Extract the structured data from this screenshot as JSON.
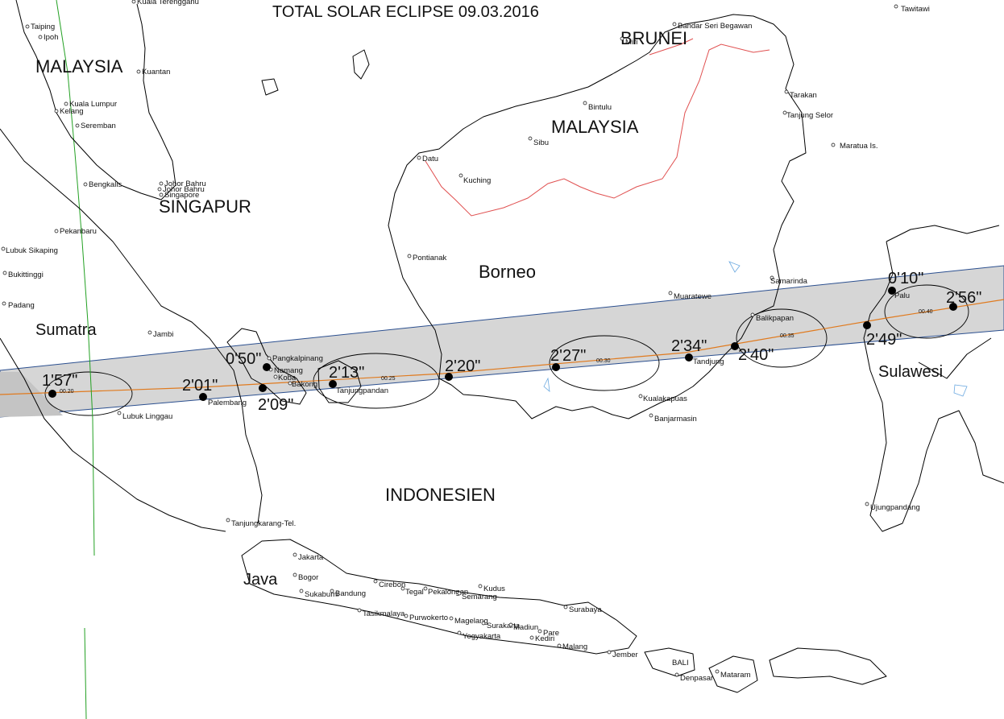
{
  "title": "TOTAL SOLAR ECLIPSE 09.03.2016",
  "colors": {
    "path_fill": "#d6d6d6",
    "path_edge": "#2b4f8f",
    "centerline": "#e07a1e",
    "border": "#e05050",
    "meridian": "#22a022",
    "lake": "#6aa8e0",
    "coast": "#000000"
  },
  "regions": [
    {
      "id": "malaysia-west",
      "label": "MALAYSIA"
    },
    {
      "id": "brunei",
      "label": "BRUNEI"
    },
    {
      "id": "malaysia-east",
      "label": "MALAYSIA"
    },
    {
      "id": "singapur",
      "label": "SINGAPUR"
    },
    {
      "id": "borneo",
      "label": "Borneo"
    },
    {
      "id": "sumatra",
      "label": "Sumatra"
    },
    {
      "id": "indonesien",
      "label": "INDONESIEN"
    },
    {
      "id": "sulawesi",
      "label": "Sulawesi"
    },
    {
      "id": "java",
      "label": "Java"
    }
  ],
  "cities": [
    "Kuala Terengganu",
    "Taiping",
    "Ipoh",
    "Kuantan",
    "Kuala Lumpur",
    "Kelang",
    "Seremban",
    "Bengkalis",
    "Johor Bahru",
    "Johor Bahru",
    "Singapore",
    "Pekanbaru",
    "Lubuk Sikaping",
    "Bukittinggi",
    "Padang",
    "Jambi",
    "Lubuk Linggau",
    "Palembang",
    "Pangkalpinang",
    "Namang",
    "Koba",
    "Bakong",
    "Tanjungpandan",
    "Tanjungkarang-Tel.",
    "Jakarta",
    "Bogor",
    "Sukabumi",
    "Bandung",
    "Tasikmalaya",
    "Cirebon",
    "Tegal",
    "Pekalongan",
    "Purwokerto",
    "Semarang",
    "Kudus",
    "Magelang",
    "Yogyakarta",
    "Surakarta",
    "Madiun",
    "Pare",
    "Kediri",
    "Malang",
    "Surabaya",
    "Jember",
    "BALI",
    "Denpasar",
    "Mataram",
    "Pontianak",
    "Datu",
    "Kuching",
    "Sibu",
    "Bintulu",
    "Bandar Seri Begawan",
    "Miri",
    "Tawitawi",
    "Tarakan",
    "Tanjung Selor",
    "Maratua Is.",
    "Samarinda",
    "Muaratewe",
    "Balikpapan",
    "Tandjung",
    "Kualakapuas",
    "Banjarmasin",
    "Palu",
    "Ujungpandang"
  ],
  "durations": [
    "1'57\"",
    "2'01\"",
    "0'50\"",
    "2'09\"",
    "2'13\"",
    "2'20\"",
    "2'27\"",
    "2'34\"",
    "2'40\"",
    "2'49\"",
    "0'10\"",
    "2'56\""
  ],
  "time_marks": [
    "00.20",
    "00.25",
    "00.30",
    "00.35",
    "00.40"
  ]
}
